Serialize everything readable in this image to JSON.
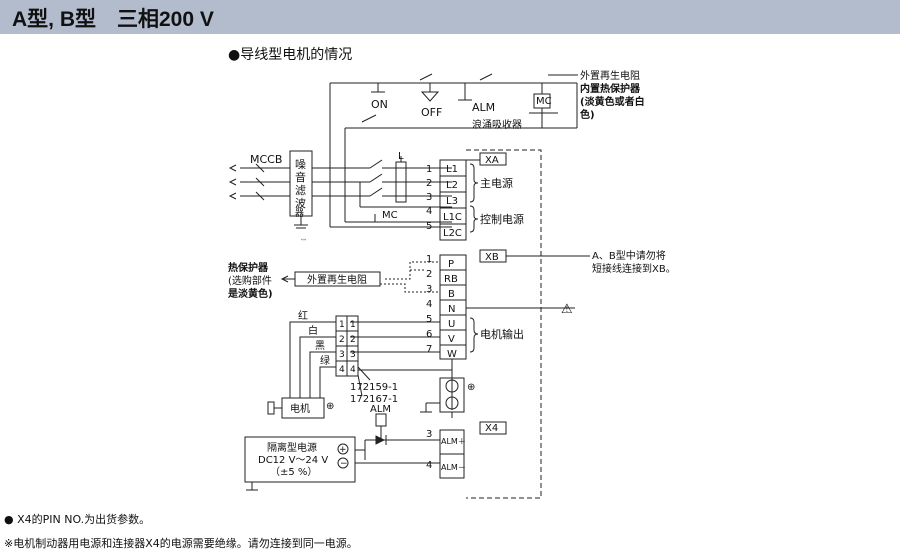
{
  "header": {
    "title": "A型, B型　三相200 V"
  },
  "subtitle": "●导线型电机的情况",
  "labels": {
    "mccb": "MCCB",
    "noise_filter": "噪音滤波器",
    "on": "ON",
    "off": "OFF",
    "alm_top": "ALM",
    "mc_top": "MC",
    "mc_mid": "MC",
    "l_reactor": "L",
    "surge_absorber": "浪涌吸收器",
    "ext_regen_note": "外置再生电阻",
    "thermal_note_bold": "内置热保护器",
    "thermal_note_sub": "(淡黄色或者白",
    "thermal_note_sub2": "色)",
    "connector_xa": "XA",
    "connector_xb": "XB",
    "connector_x4": "X4",
    "main_power": "主电源",
    "control_power": "控制电源",
    "motor_output": "电机输出",
    "xb_note_1": "A、B型中请勿将",
    "xb_note_2": "短接线连接到XB。",
    "thermal_protector": "热保护器",
    "optional_part": "(选购部件",
    "optional_part_2": "是淡黄色)",
    "ext_regen_box": "外置再生电阻",
    "red": "红",
    "white": "白",
    "black": "黑",
    "green": "绿",
    "part_no_1": "172159-1",
    "part_no_2": "172167-1",
    "motor": "电机",
    "alm_bottom": "ALM",
    "iso_psu_1": "隔离型电源",
    "iso_psu_2": "DC12 V～24 V",
    "iso_psu_3": "（±5 %）",
    "warning": "⚠",
    "ground_symbol": "⏚",
    "motor_ground_symbol": "⊕"
  },
  "xa_pins": [
    {
      "num": "1",
      "name": "L1"
    },
    {
      "num": "2",
      "name": "L2"
    },
    {
      "num": "3",
      "name": "L3"
    },
    {
      "num": "4",
      "name": "L1C"
    },
    {
      "num": "5",
      "name": "L2C"
    }
  ],
  "xb_pins": [
    {
      "num": "1",
      "name": "P"
    },
    {
      "num": "2",
      "name": "RB"
    },
    {
      "num": "3",
      "name": "B"
    },
    {
      "num": "4",
      "name": "N"
    },
    {
      "num": "5",
      "name": "U"
    },
    {
      "num": "6",
      "name": "V"
    },
    {
      "num": "7",
      "name": "W"
    }
  ],
  "motor_plug_pins": [
    "1",
    "2",
    "3",
    "4"
  ],
  "x4_pins": [
    {
      "num": "3",
      "name": "ALM＋"
    },
    {
      "num": "4",
      "name": "ALM－"
    }
  ],
  "footnotes": {
    "note1": "● X4的PIN NO.为出货参数。",
    "note2": "※电机制动器用电源和连接器X4的电源需要绝缘。请勿连接到同一电源。"
  }
}
